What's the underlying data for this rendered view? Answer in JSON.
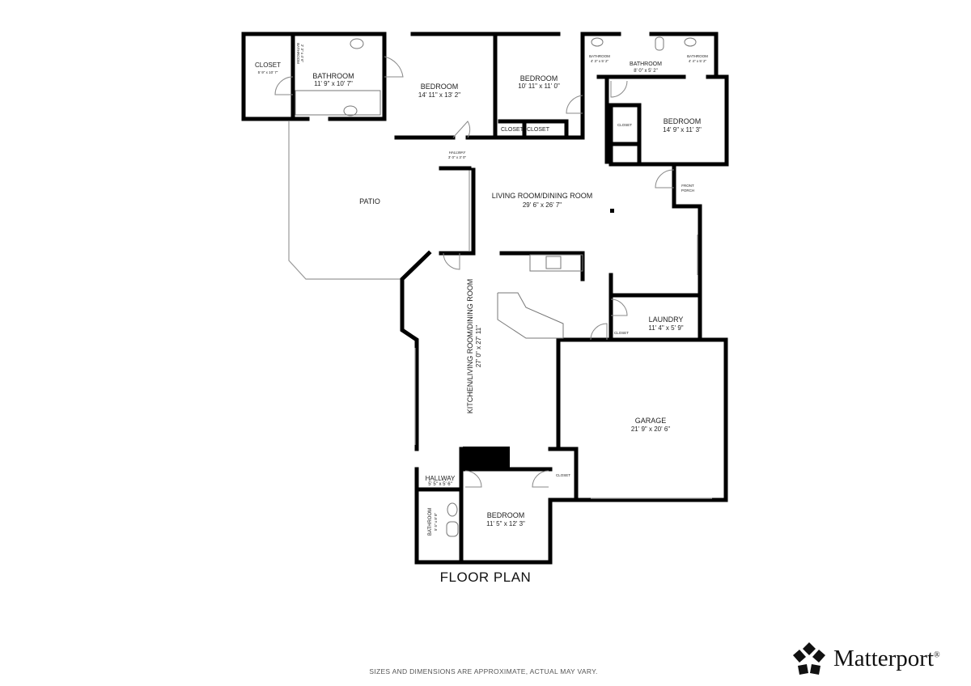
{
  "rooms": {
    "closet_tl": {
      "name": "CLOSET",
      "size": "5' 9\" x 10' 7\""
    },
    "bath_tl_small": {
      "name": "BATHROOM",
      "size": "2' 3\" x 4' 6\""
    },
    "bath_master": {
      "name": "BATHROOM",
      "size": "11' 9\" x 10' 7\""
    },
    "bedroom1": {
      "name": "BEDROOM",
      "size": "14' 11\" x 13' 2\""
    },
    "bedroom2": {
      "name": "BEDROOM",
      "size": "10' 11\" x 11' 0\""
    },
    "closet_b2a": {
      "name": "CLOSET"
    },
    "closet_b2b": {
      "name": "CLOSET"
    },
    "bath_tr1": {
      "name": "BATHROOM",
      "size": "4' 3\" x 5' 2\""
    },
    "bath_tr2": {
      "name": "BATHROOM",
      "size": "8' 0\" x 5' 2\""
    },
    "bath_tr3": {
      "name": "BATHROOM",
      "size": "4' 4\" x 5' 2\""
    },
    "bedroom3": {
      "name": "BEDROOM",
      "size": "14' 9\" x 11' 3\""
    },
    "closet_b3": {
      "name": "CLOSET"
    },
    "hallway_top": {
      "name": "HALLWAY",
      "size": "3' 0\" x 3' 0\""
    },
    "patio": {
      "name": "PATIO"
    },
    "living": {
      "name": "LIVING ROOM/DINING ROOM",
      "size": "29' 6\" x 26' 7\""
    },
    "front_porch": {
      "name": "FRONT",
      "name2": "PORCH"
    },
    "kitchen": {
      "name": "KITCHEN/LIVING ROOM/DINING ROOM",
      "size": "27' 0\" x 27' 11\""
    },
    "laundry": {
      "name": "LAUNDRY",
      "size": "11' 4\" x 5' 9\""
    },
    "closet_laundry": {
      "name": "CLOSET"
    },
    "garage": {
      "name": "GARAGE",
      "size": "21' 9\" x 20' 6\""
    },
    "closet_garage": {
      "name": "CLOSET"
    },
    "hallway_bottom": {
      "name": "HALLWAY",
      "size": "5' 5\" x 5' 6\""
    },
    "bath_bottom": {
      "name": "BATHROOM",
      "size": "5' 5\" x 8' 8\""
    },
    "bedroom4": {
      "name": "BEDROOM",
      "size": "11' 5\" x 12' 3\""
    }
  },
  "title": "FLOOR PLAN",
  "disclaimer": "SIZES AND DIMENSIONS ARE APPROXIMATE, ACTUAL MAY VARY.",
  "logo": {
    "text": "Matterport",
    "mark": "®"
  }
}
